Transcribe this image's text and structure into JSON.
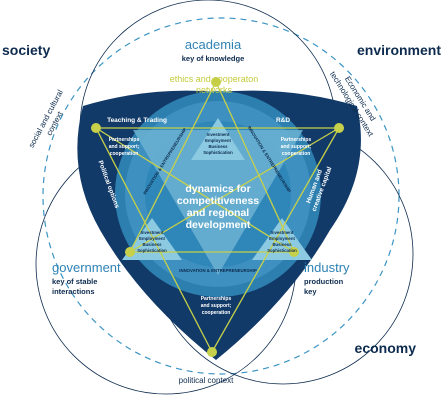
{
  "corners": {
    "society": "society",
    "environment": "environment",
    "economy": "economy"
  },
  "academia": {
    "title": "academia",
    "subtitle": "key of knowledge"
  },
  "government": {
    "title": "government",
    "subtitle_lines": [
      "key of stable",
      "interactions"
    ]
  },
  "industry": {
    "title": "industry",
    "subtitle_lines": [
      "production",
      "key"
    ]
  },
  "ethics_lines": [
    "ethics and cooperaton",
    "networks"
  ],
  "outer_left_lines": [
    "social and cultural",
    "context"
  ],
  "outer_right_lines": [
    "Economic and",
    "technological context"
  ],
  "bottom_context": "political context",
  "dark_labels": {
    "teaching": "Teaching & Trading",
    "rd": "R&D",
    "political_options": "Political options",
    "human_capital_lines": [
      "Human and",
      "creative capital"
    ]
  },
  "partnerships_lines": [
    "Partnerships",
    "and support;",
    "cooperation"
  ],
  "partnerships_bottom_lines": [
    "Partnerships",
    "and support;",
    "cooperation"
  ],
  "innovation_label": "INNOVATION & ENTREPRENEURSHIP",
  "triangle_box_lines": [
    "Investment",
    "Employment",
    "Business",
    "Sophistication"
  ],
  "center_lines": [
    "dynamics for",
    "competitiveness",
    "and regional",
    "development"
  ],
  "colors": {
    "navy": "#113a69",
    "mid_blue": "#2c7fae",
    "light_blue": "#6cb3d2",
    "triangle_blue": "#8ccae2",
    "yellow_green": "#c6d04a",
    "dash_blue": "#3b94c4"
  }
}
